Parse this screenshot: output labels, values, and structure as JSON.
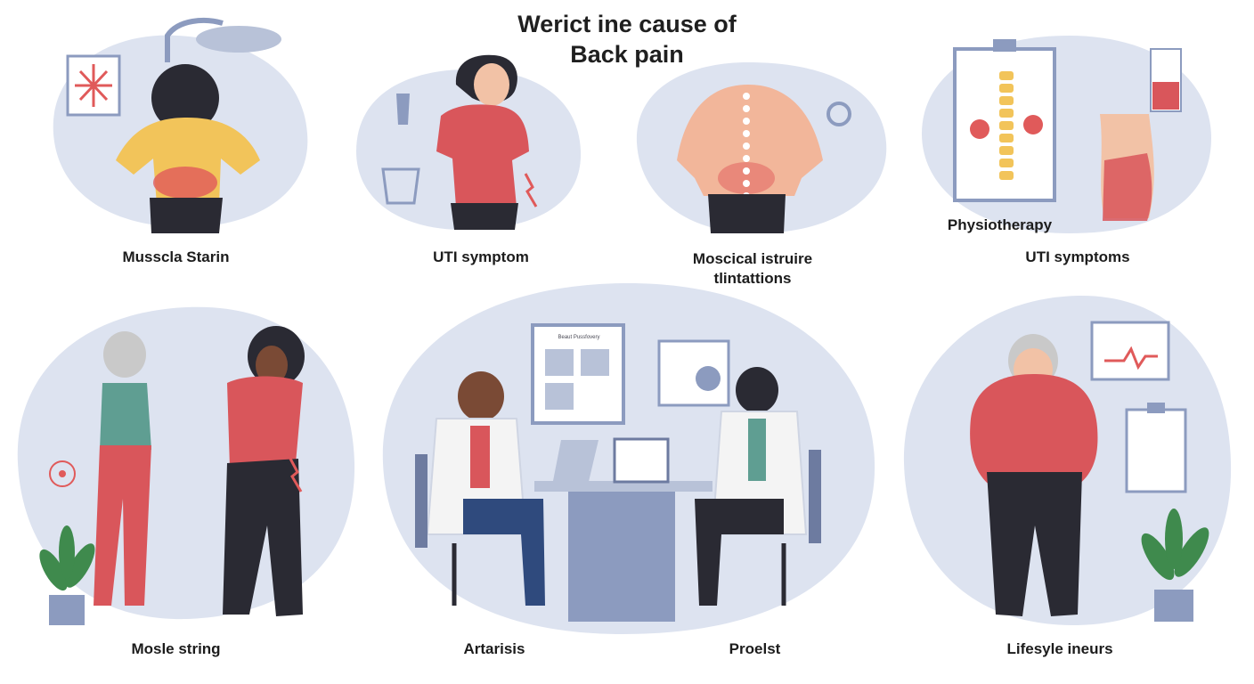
{
  "title": {
    "line1": "Werict ine cause of",
    "line2": "Back pain"
  },
  "panels": [
    {
      "caption": "Musscla Starin"
    },
    {
      "caption": "UTI symptom"
    },
    {
      "caption_line1": "Moscical istruire",
      "caption_line2": "tlintattions"
    },
    {
      "label": "Physiotherapy",
      "caption": "UTI symptoms"
    },
    {
      "caption": "Mosle string"
    },
    {
      "caption": "Artarisis"
    },
    {
      "caption": "Proelst"
    },
    {
      "caption": "Lifesyle ineurs"
    }
  ],
  "chart_board_text": "Beaut Pussfovery",
  "colors": {
    "blob": "#dde3f0",
    "accent_red": "#e05a5a",
    "shirt_red": "#d9565b",
    "yellow": "#f2c45a",
    "teal": "#5f9e92",
    "dark": "#2a2a33",
    "skin": "#f2c2a6",
    "plant": "#3f8a4d",
    "frame": "#8c9bbf"
  }
}
